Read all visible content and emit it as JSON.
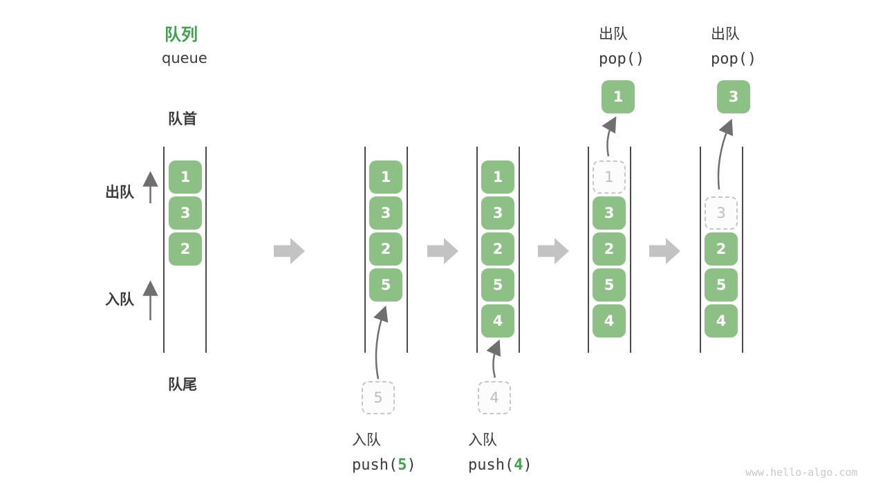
{
  "title": {
    "zh": "队列",
    "en": "queue"
  },
  "labels": {
    "front": "队首",
    "rear": "队尾",
    "dequeue_side": "出队",
    "enqueue_side": "入队"
  },
  "colors": {
    "cell_green": "#8cc084",
    "accent_green": "#3da24a",
    "text_dark": "#3b3b3b",
    "ghost_border": "#c7c7c7",
    "ghost_text": "#bdbdbd",
    "thin_arrow_gray": "#6f6f6f",
    "block_arrow_gray": "#c3c3c3"
  },
  "states": [
    {
      "name": "initial",
      "cells": [
        "1",
        "3",
        "2"
      ]
    },
    {
      "name": "after-push-5",
      "cells": [
        "1",
        "3",
        "2",
        "5"
      ],
      "incoming": "5"
    },
    {
      "name": "after-push-4",
      "cells": [
        "1",
        "3",
        "2",
        "5",
        "4"
      ],
      "incoming": "4"
    },
    {
      "name": "after-pop-1",
      "cells": [
        "3",
        "2",
        "5",
        "4"
      ],
      "ghost": "1",
      "popped": "1"
    },
    {
      "name": "after-pop-3",
      "cells": [
        "2",
        "5",
        "4"
      ],
      "ghost": "3",
      "popped": "3"
    }
  ],
  "operations": {
    "push5": {
      "label": "入队",
      "code_prefix": "push(",
      "arg": "5",
      "code_suffix": ")"
    },
    "push4": {
      "label": "入队",
      "code_prefix": "push(",
      "arg": "4",
      "code_suffix": ")"
    },
    "pop1": {
      "label": "出队",
      "code": "pop()"
    },
    "pop2": {
      "label": "出队",
      "code": "pop()"
    }
  },
  "watermark": "www.hello-algo.com"
}
